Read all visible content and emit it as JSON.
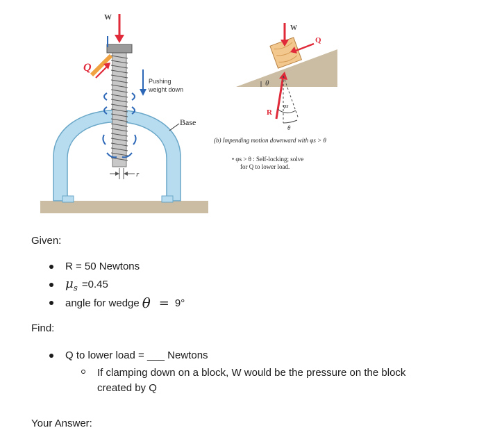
{
  "figure_left": {
    "label_w": "W",
    "label_q": "Q",
    "label_pushing": "Pushing\nweight down",
    "label_base": "Base",
    "label_r": "r"
  },
  "figure_right": {
    "label_w": "W",
    "label_q": "Q",
    "label_theta": "θ",
    "label_r": "R",
    "label_phi": "φs",
    "label_theta2": "θ",
    "caption": "(b) Impending motion downward with φs > θ",
    "note_line1": "• φs > θ : Self-locking; solve",
    "note_line2": "for Q to lower load."
  },
  "given": {
    "heading": "Given:",
    "r_text": "R = 50 Newtons",
    "mu_symbol": "μ",
    "mu_sub": "s",
    "mu_value": "=0.45",
    "angle_text": "angle for wedge",
    "angle_symbol": "θ",
    "equals": "=",
    "angle_value": "9°"
  },
  "find": {
    "heading": "Find:",
    "q_text": "Q to lower load = ___ Newtons",
    "sub_line1": "If clamping down on a block, W would be the pressure on the block",
    "sub_line2": "created by Q"
  },
  "answer": {
    "label": "Your Answer:"
  },
  "colors": {
    "arrow_red": "#e02a3a",
    "arrow_orange": "#f2a341",
    "arch_blue": "#a8d3ea",
    "ground_tan": "#cbbda3",
    "block_wood": "#f3c88e"
  }
}
